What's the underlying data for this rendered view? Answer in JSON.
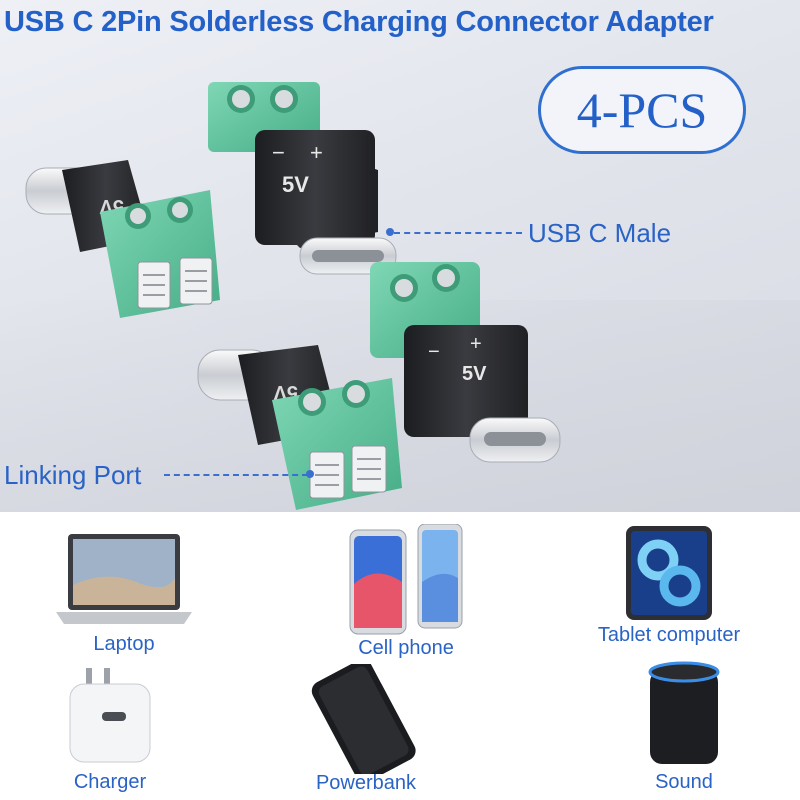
{
  "title": "USB C 2Pin Solderless Charging Connector Adapter",
  "badge": "4-PCS",
  "callouts": {
    "usb_c_male": "USB C Male",
    "linking_port": "Linking Port"
  },
  "connector_marks": {
    "voltage": "5V",
    "minus": "−",
    "plus": "+"
  },
  "devices": [
    {
      "label": "Laptop"
    },
    {
      "label": "Cell phone"
    },
    {
      "label": "Tablet computer"
    },
    {
      "label": "Charger"
    },
    {
      "label": "Powerbank"
    },
    {
      "label": "Sound"
    }
  ],
  "colors": {
    "accent": "#2361c8",
    "terminal_green": "#5cc29c",
    "body_black": "#2b2c30"
  }
}
